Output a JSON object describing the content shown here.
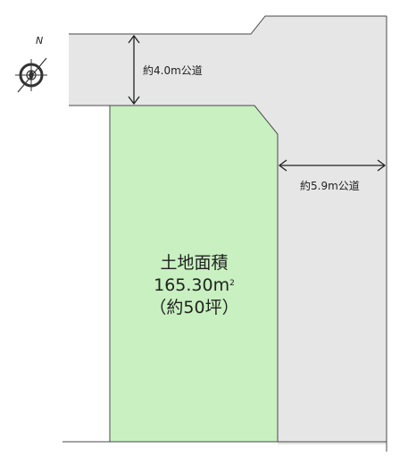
{
  "compass": {
    "label": "N",
    "icon": "north-arrow-compass-icon"
  },
  "roads": {
    "north": {
      "label": "約4.0m公道"
    },
    "east": {
      "label": "約5.9m公道"
    }
  },
  "lot": {
    "title": "土地面積",
    "area_value": "165.30",
    "area_unit": "m",
    "area_unit_sup": "2",
    "tsubo": "（約50坪）"
  },
  "colors": {
    "lot_fill": "#c8f0c0",
    "road_fill": "#e6e6e6",
    "line": "#4a4a4a",
    "dimension_line": "#222222"
  }
}
